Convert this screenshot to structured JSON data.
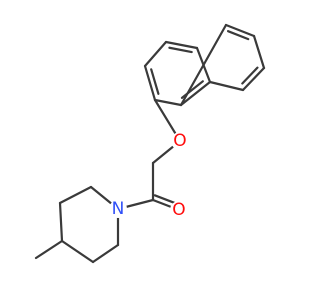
{
  "molecule": {
    "atoms": [
      {
        "id": "n_c1",
        "element": "C"
      },
      {
        "id": "n_c2",
        "element": "C"
      },
      {
        "id": "n_c3",
        "element": "C"
      },
      {
        "id": "n_c4",
        "element": "C"
      },
      {
        "id": "n_c4a",
        "element": "C"
      },
      {
        "id": "n_c5",
        "element": "C"
      },
      {
        "id": "n_c6",
        "element": "C"
      },
      {
        "id": "n_c7",
        "element": "C"
      },
      {
        "id": "n_c8",
        "element": "C"
      },
      {
        "id": "n_c8a",
        "element": "C"
      },
      {
        "id": "o_ether",
        "element": "O",
        "label": "O",
        "color": "#ff0d0d"
      },
      {
        "id": "ch2",
        "element": "C"
      },
      {
        "id": "c_carbonyl",
        "element": "C"
      },
      {
        "id": "o_carbonyl",
        "element": "O",
        "label": "O",
        "color": "#ff0d0d"
      },
      {
        "id": "n_pip",
        "element": "N",
        "label": "N",
        "color": "#3050f8"
      },
      {
        "id": "p_c2",
        "element": "C"
      },
      {
        "id": "p_c3",
        "element": "C"
      },
      {
        "id": "p_c4",
        "element": "C"
      },
      {
        "id": "p_c5",
        "element": "C"
      },
      {
        "id": "p_c6",
        "element": "C"
      },
      {
        "id": "methyl",
        "element": "C"
      }
    ],
    "bonds": [
      {
        "a": "n_c1",
        "b": "n_c2",
        "order": 2
      },
      {
        "a": "n_c2",
        "b": "n_c3",
        "order": 1
      },
      {
        "a": "n_c3",
        "b": "n_c4",
        "order": 2
      },
      {
        "a": "n_c4",
        "b": "n_c4a",
        "order": 1
      },
      {
        "a": "n_c4a",
        "b": "n_c8a",
        "order": 2
      },
      {
        "a": "n_c8a",
        "b": "n_c1",
        "order": 1
      },
      {
        "a": "n_c4a",
        "b": "n_c5",
        "order": 1
      },
      {
        "a": "n_c5",
        "b": "n_c6",
        "order": 2
      },
      {
        "a": "n_c6",
        "b": "n_c7",
        "order": 1
      },
      {
        "a": "n_c7",
        "b": "n_c8",
        "order": 2
      },
      {
        "a": "n_c8",
        "b": "n_c8a",
        "order": 1
      },
      {
        "a": "n_c1",
        "b": "o_ether",
        "order": 1
      },
      {
        "a": "o_ether",
        "b": "ch2",
        "order": 1
      },
      {
        "a": "ch2",
        "b": "c_carbonyl",
        "order": 1
      },
      {
        "a": "c_carbonyl",
        "b": "o_carbonyl",
        "order": 2
      },
      {
        "a": "c_carbonyl",
        "b": "n_pip",
        "order": 1
      },
      {
        "a": "n_pip",
        "b": "p_c2",
        "order": 1
      },
      {
        "a": "p_c2",
        "b": "p_c3",
        "order": 1
      },
      {
        "a": "p_c3",
        "b": "p_c4",
        "order": 1
      },
      {
        "a": "p_c4",
        "b": "p_c5",
        "order": 1
      },
      {
        "a": "p_c5",
        "b": "p_c6",
        "order": 1
      },
      {
        "a": "p_c6",
        "b": "n_pip",
        "order": 1
      },
      {
        "a": "p_c4",
        "b": "methyl",
        "order": 1
      }
    ],
    "bond_color": "#3a3a3a"
  }
}
